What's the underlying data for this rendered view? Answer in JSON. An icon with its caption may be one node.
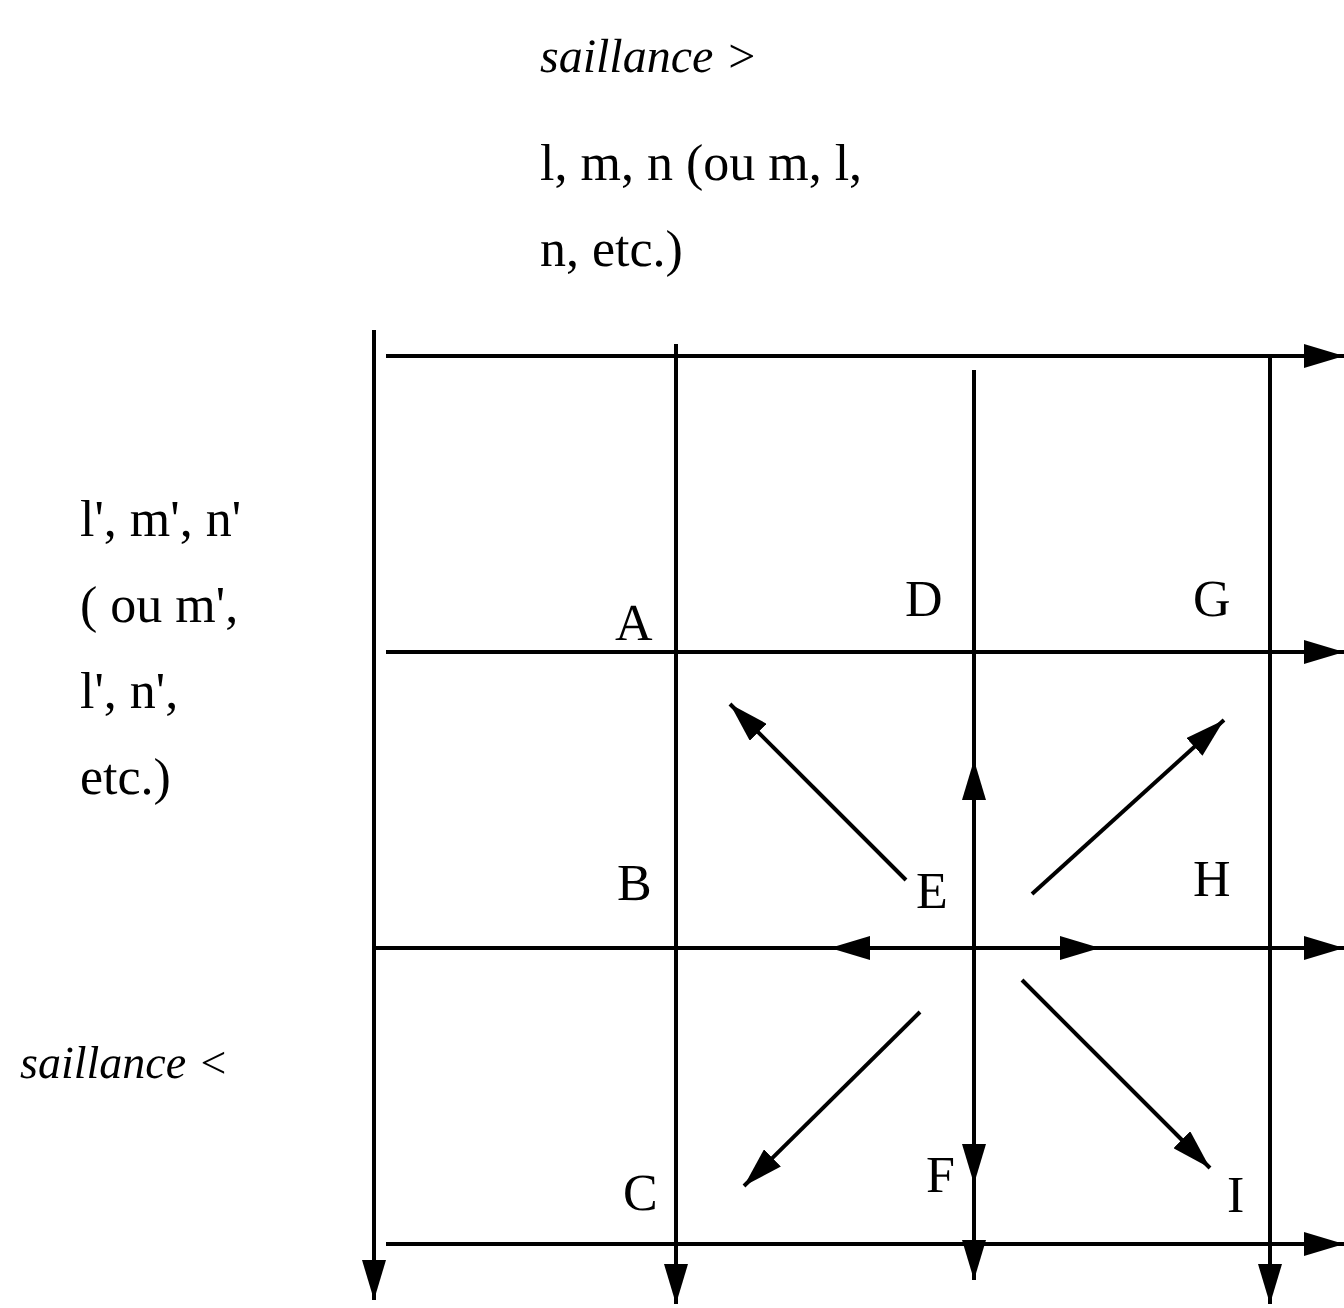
{
  "diagram": {
    "nodes": [
      {
        "text": [
          "A"
        ]
      },
      {
        "text": [
          "D"
        ]
      },
      {
        "text": [
          "G"
        ]
      },
      {
        "text": [
          "B"
        ]
      },
      {
        "text": [
          "E"
        ]
      },
      {
        "text": [
          "H"
        ]
      },
      {
        "text": [
          "C"
        ]
      },
      {
        "text": [
          "F"
        ]
      },
      {
        "text": [
          "I"
        ]
      }
    ],
    "edges": [
      {
        "from": 4,
        "to": 0,
        "arrow": "to"
      },
      {
        "from": 4,
        "to": null,
        "arrow": "to"
      },
      {
        "from": 4,
        "to": 2,
        "arrow": "to"
      },
      {
        "from": 4,
        "to": null,
        "arrow": "to"
      },
      {
        "from": 4,
        "to": 5,
        "arrow": "to"
      },
      {
        "from": 4,
        "to": 6,
        "arrow": "to"
      },
      {
        "from": 4,
        "to": 7,
        "arrow": "to"
      },
      {
        "from": 4,
        "to": 8,
        "arrow": "to"
      }
    ],
    "labels": [
      "saillance >",
      "l, m, n (ou m, l, n, etc.)",
      "l', m', n' ( ou m', l', n', etc.)",
      "saillance <"
    ]
  }
}
